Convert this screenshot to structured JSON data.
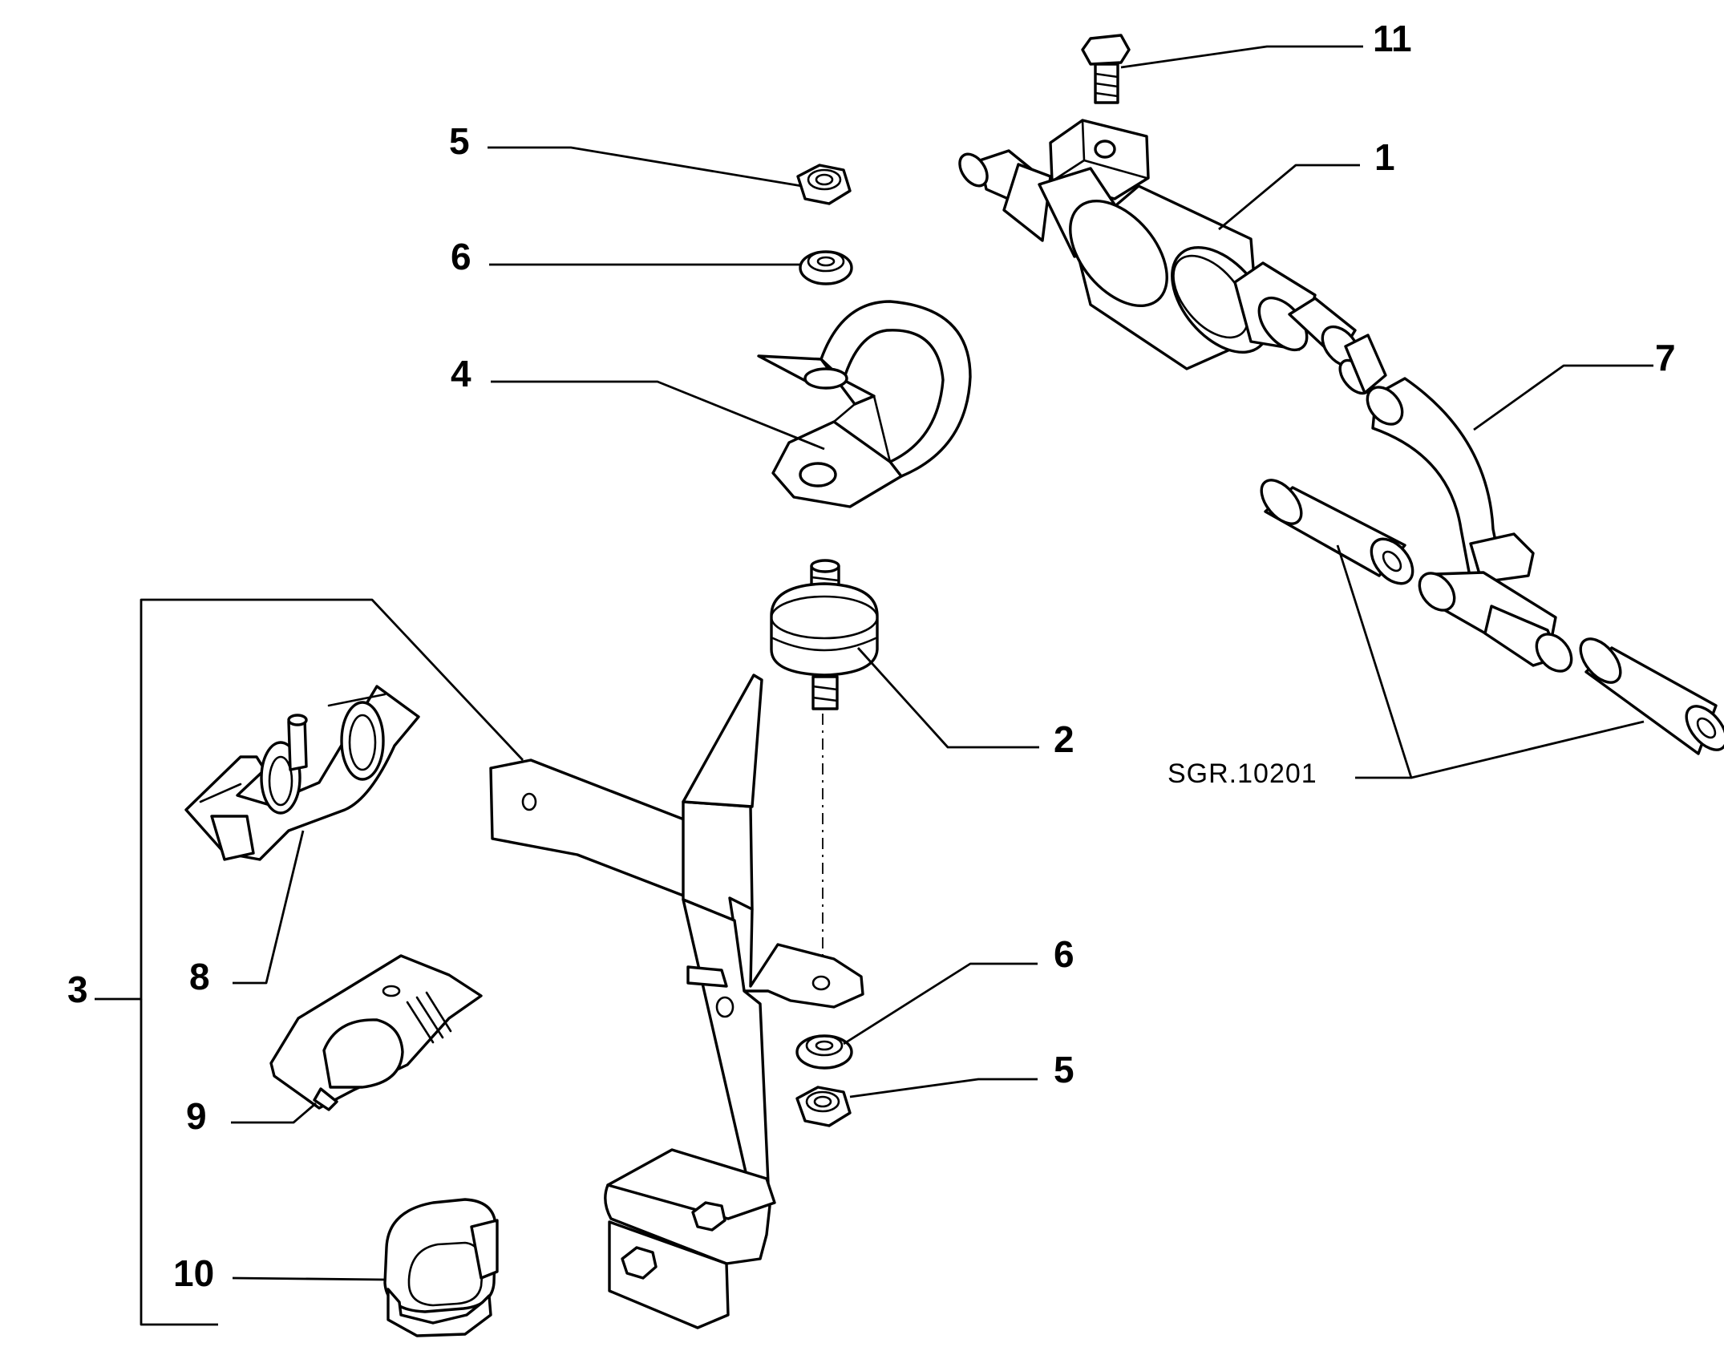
{
  "callouts": {
    "c1": "1",
    "c2": "2",
    "c3": "3",
    "c4": "4",
    "c5_top": "5",
    "c5_bottom": "5",
    "c6_top": "6",
    "c6_bottom": "6",
    "c7": "7",
    "c8": "8",
    "c9": "9",
    "c10": "10",
    "c11": "11"
  },
  "reference_code": "SGR.10201"
}
